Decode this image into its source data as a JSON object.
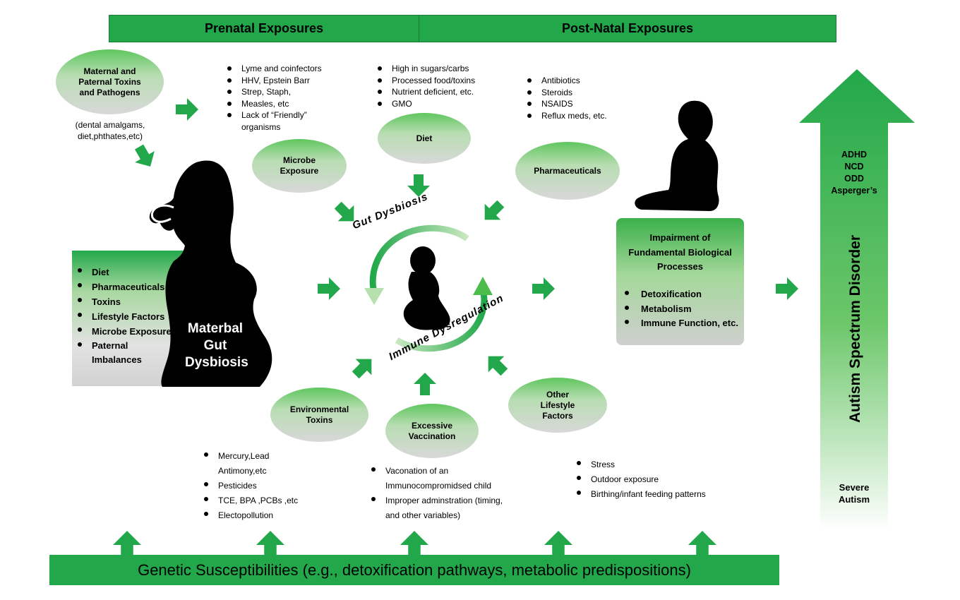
{
  "header": {
    "prenatal": "Prenatal Exposures",
    "postnatal": "Post-Natal Exposures"
  },
  "maternal_toxins": {
    "title": "Maternal and Paternal Toxins and Pathogens",
    "note": "(dental amalgams, diet,phthates,etc)"
  },
  "microbe_list": [
    "Lyme and coinfectors",
    "HHV, Epstein Barr",
    "Strep, Staph,",
    "Measles, etc",
    "Lack of “Friendly” organisms"
  ],
  "diet_list": [
    "High in sugars/carbs",
    "Processed food/toxins",
    "Nutrient deficient, etc.",
    "GMO"
  ],
  "pharma_list": [
    "Antibiotics",
    "Steroids",
    "NSAIDS",
    "Reflux meds, etc."
  ],
  "ovals": {
    "microbe": "Microbe Exposure",
    "diet": "Diet",
    "pharmaceuticals": "Pharmaceuticals",
    "environmental": "Environmental Toxins",
    "vaccination": "Excessive Vaccination",
    "lifestyle": "Other Lifestyle Factors"
  },
  "maternal_box": {
    "items": [
      "Diet",
      "Pharmaceuticals",
      "Toxins",
      "Lifestyle Factors",
      "Microbe Exposures",
      "Paternal Imbalances"
    ],
    "label": "Materbal Gut Dysbiosis"
  },
  "center": {
    "top_label": "Gut Dysbiosis",
    "bottom_label": "Immune Dysregulation"
  },
  "impairment": {
    "title": "Impairment of Fundamental Biological Processes",
    "items": [
      "Detoxification",
      "Metabolism",
      "Immune Function, etc."
    ]
  },
  "env_list": [
    "Mercury,Lead Antimony,etc",
    "Pesticides",
    "TCE, BPA ,PCBs ,etc",
    "Electopollution"
  ],
  "vacc_list": [
    "Vaconation of an Immunocompromidsed child",
    "Improper adminstration (timing, and other variables)"
  ],
  "life_list": [
    "Stress",
    "Outdoor exposure",
    "Birthing/infant feeding patterns"
  ],
  "spectrum": {
    "conditions": [
      "ADHD",
      "NCD",
      "ODD",
      "Asperger’s"
    ],
    "label": "Autism Spectrum Disorder",
    "severe": "Severe Autism"
  },
  "genetics": "Genetic Susceptibilities (e.g., detoxification pathways, metabolic predispositions)",
  "colors": {
    "green": "#22a84a",
    "dark_green": "#1a8a3a"
  }
}
